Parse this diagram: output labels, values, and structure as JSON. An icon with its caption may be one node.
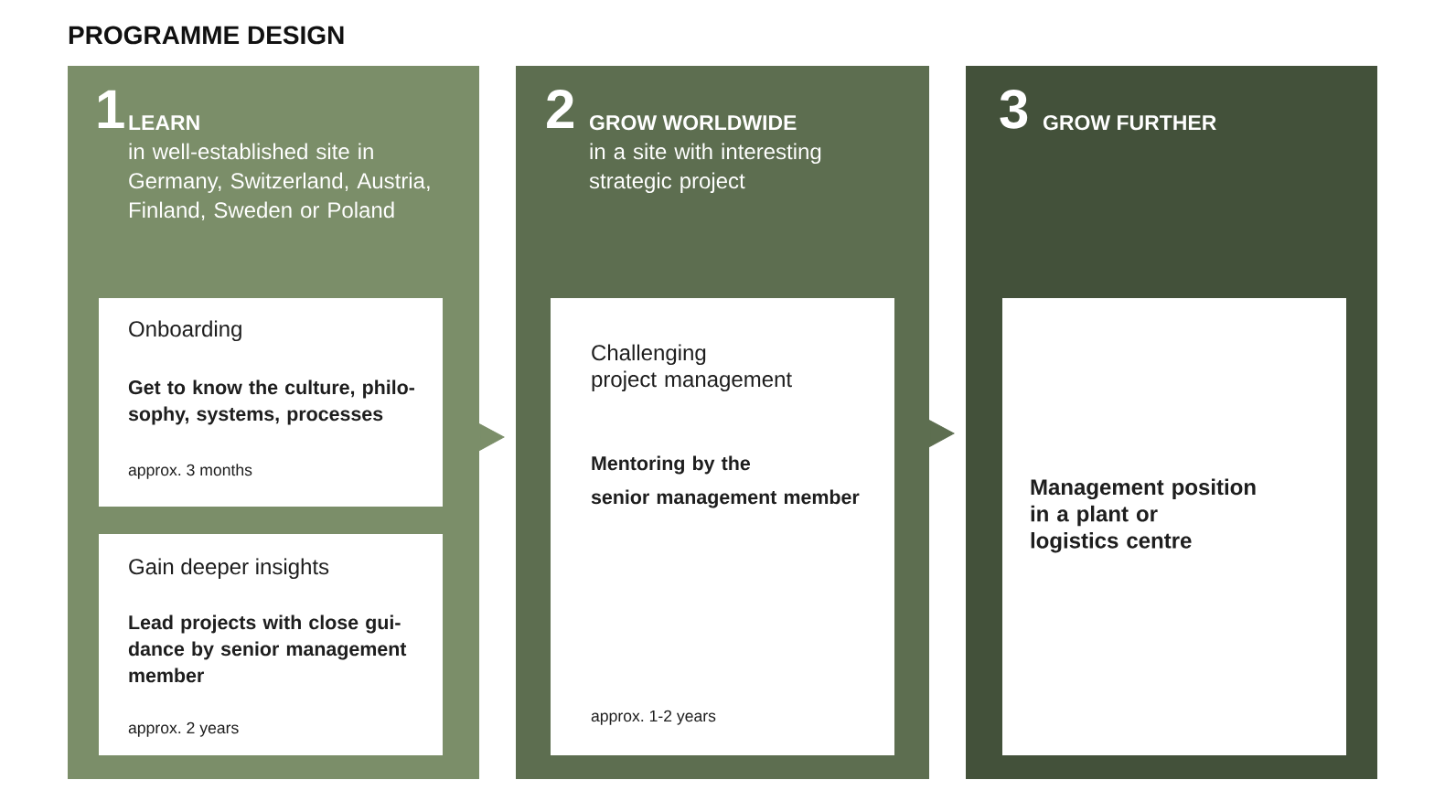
{
  "diagram": {
    "title": "PROGRAMME DESIGN",
    "nodes": [
      {
        "text": [
          "1",
          "LEARN",
          "in well-established site in Germany, Switzerland, Austria, Finland, Sweden or Poland"
        ]
      },
      {
        "text": [
          "Onboarding",
          "Get to know the culture, philo- sophy, systems, processes",
          "approx. 3 months"
        ],
        "in": 0
      },
      {
        "text": [
          "Gain deeper insights",
          "Lead projects with close gui- dance by senior management member",
          "approx. 2 years"
        ],
        "in": 0
      },
      {
        "text": [
          "2",
          "GROW WORLDWIDE",
          "in a site with interesting strategic project"
        ]
      },
      {
        "text": [
          "Challenging project management",
          "Mentoring by the senior management member",
          "approx. 1-2 years"
        ],
        "in": 3
      },
      {
        "text": [
          "3",
          "GROW FURTHER"
        ]
      },
      {
        "text": [
          "Management position in a plant or logistics centre"
        ],
        "in": 5
      }
    ],
    "edges": [
      {
        "from": 0,
        "to": 3,
        "arrow": "to"
      },
      {
        "from": 3,
        "to": 5,
        "arrow": "to"
      }
    ]
  }
}
